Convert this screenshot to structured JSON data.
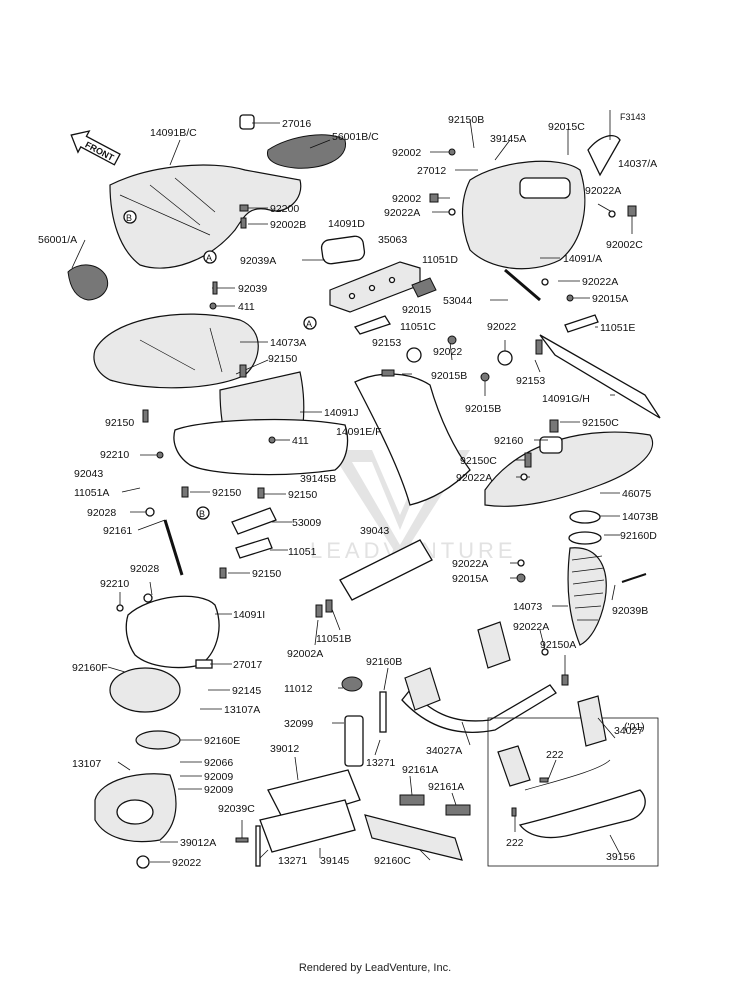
{
  "diagram": {
    "code": "F3143",
    "front_arrow": "FRONT",
    "watermark": "LEADVENTURE",
    "footer": "Rendered by LeadVenture, Inc.",
    "callouts": {
      "A1": "A",
      "A2": "A",
      "B1": "B",
      "B2": "B"
    },
    "year_box": "('01)",
    "labels": {
      "l_14091BC": "14091B/C",
      "l_27016": "27016",
      "l_56001BC": "56001B/C",
      "l_92200": "92200",
      "l_92002B": "92002B",
      "l_56001A": "56001/A",
      "l_92039A": "92039A",
      "l_14091D": "14091D",
      "l_35063": "35063",
      "l_11051D": "11051D",
      "l_92039": "92039",
      "l_411a": "411",
      "l_14073A": "14073A",
      "l_92015a": "92015",
      "l_11051C": "11051C",
      "l_92150a": "92150",
      "l_92150b": "92150",
      "l_14091J": "14091J",
      "l_411b": "411",
      "l_39145B": "39145B",
      "l_92210a": "92210",
      "l_92043": "92043",
      "l_11051A": "11051A",
      "l_92150c": "92150",
      "l_92150d": "92150",
      "l_92028a": "92028",
      "l_92161": "92161",
      "l_53009": "53009",
      "l_11051": "11051",
      "l_92150e": "92150",
      "l_92028b": "92028",
      "l_92210b": "92210",
      "l_14091I": "14091I",
      "l_92160F": "92160F",
      "l_27017": "27017",
      "l_92145": "92145",
      "l_13107A": "13107A",
      "l_92160E": "92160E",
      "l_13107": "13107",
      "l_92066": "92066",
      "l_92009a": "92009",
      "l_92009b": "92009",
      "l_39012A": "39012A",
      "l_92022a": "92022",
      "l_92150B": "92150B",
      "l_39145A": "39145A",
      "l_92015C": "92015C",
      "l_92002a": "92002",
      "l_27012": "27012",
      "l_14037A": "14037/A",
      "l_92002b": "92002",
      "l_92022Aa": "92022A",
      "l_92022Ab": "92022A",
      "l_92002C": "92002C",
      "l_14091A": "14091/A",
      "l_92022Ac": "92022A",
      "l_92015Aa": "92015A",
      "l_53044": "53044",
      "l_11051E": "11051E",
      "l_92153a": "92153",
      "l_92022b": "92022",
      "l_92022c": "92022",
      "l_92015Ba": "92015B",
      "l_92153b": "92153",
      "l_92015Bb": "92015B",
      "l_14091GH": "14091G/H",
      "l_92150C": "92150C",
      "l_92160": "92160",
      "l_14091EF": "14091E/F",
      "l_92150Cb": "92150C",
      "l_92022Ad": "92022A",
      "l_46075": "46075",
      "l_14073B": "14073B",
      "l_92160D": "92160D",
      "l_39043": "39043",
      "l_92022Ae": "92022A",
      "l_92015Ab": "92015A",
      "l_92039B": "92039B",
      "l_14073": "14073",
      "l_11051B": "11051B",
      "l_92002A": "92002A",
      "l_92022Af": "92022A",
      "l_92150A": "92150A",
      "l_11012": "11012",
      "l_92160B": "92160B",
      "l_32099": "32099",
      "l_13271a": "13271",
      "l_34027A": "34027A",
      "l_34027": "34027",
      "l_39012": "39012",
      "l_92161A": "92161A",
      "l_92161Ab": "92161A",
      "l_222a": "222",
      "l_92039C": "92039C",
      "l_13271b": "13271",
      "l_39145": "39145",
      "l_92160C": "92160C",
      "l_222b": "222",
      "l_39156": "39156"
    }
  }
}
